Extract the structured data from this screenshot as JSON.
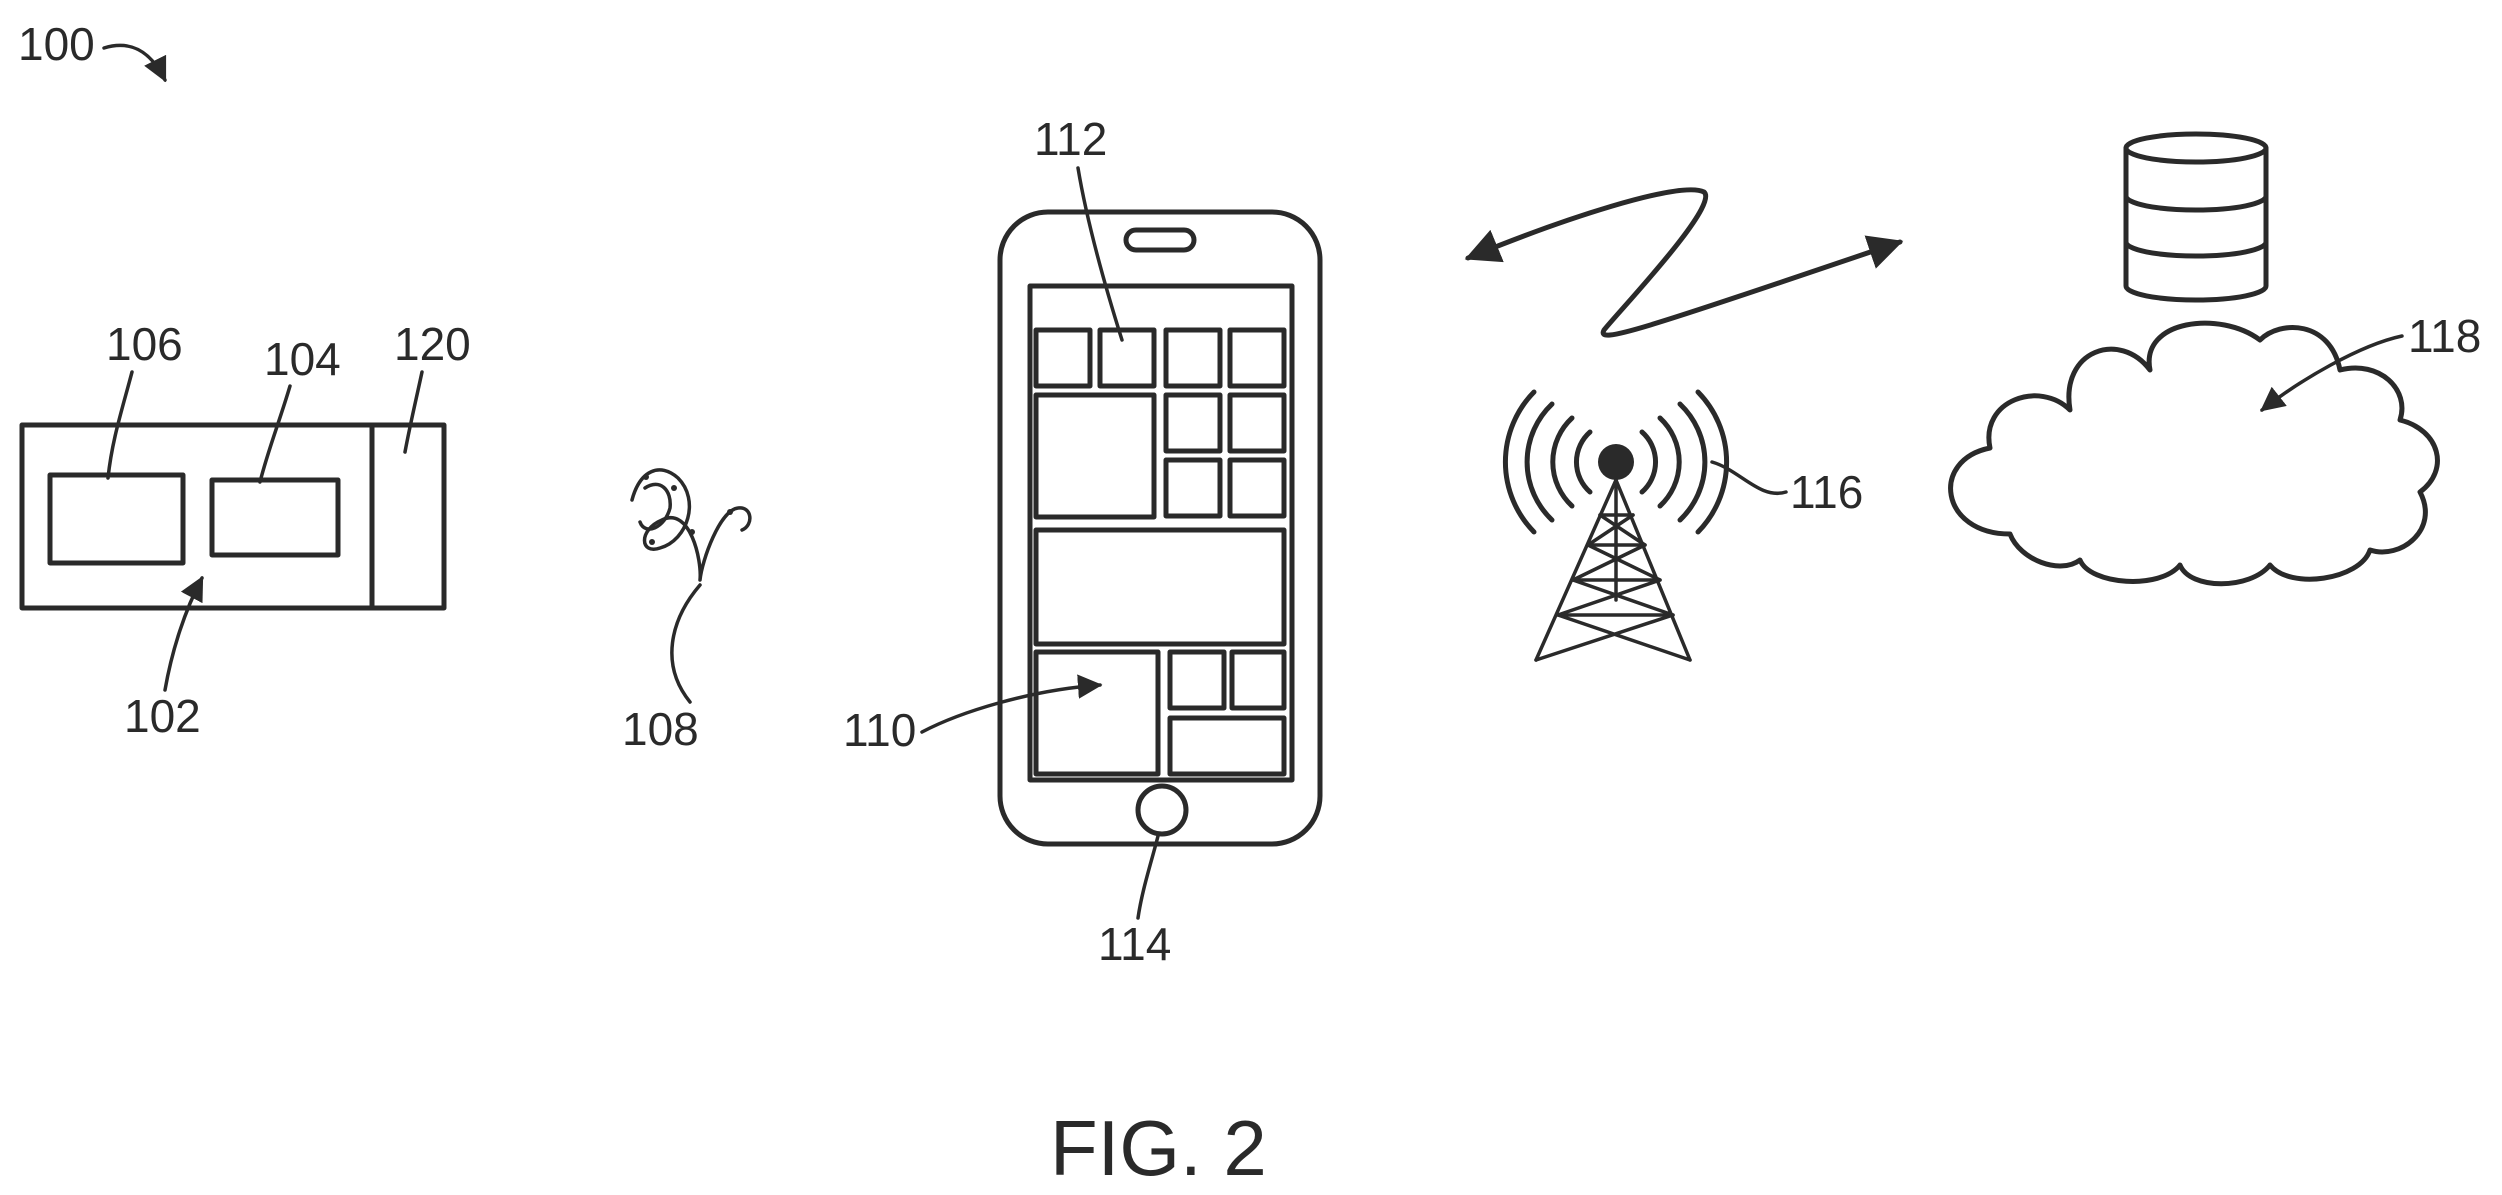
{
  "figure": {
    "caption": "FIG. 2",
    "labels": {
      "system": "100",
      "container": "102",
      "module_right": "104",
      "module_left": "106",
      "biological_sample": "108",
      "user_interface": "110",
      "display": "112",
      "home_button": "114",
      "cell_tower": "116",
      "cloud_server": "118",
      "end_compartment": "120"
    }
  }
}
